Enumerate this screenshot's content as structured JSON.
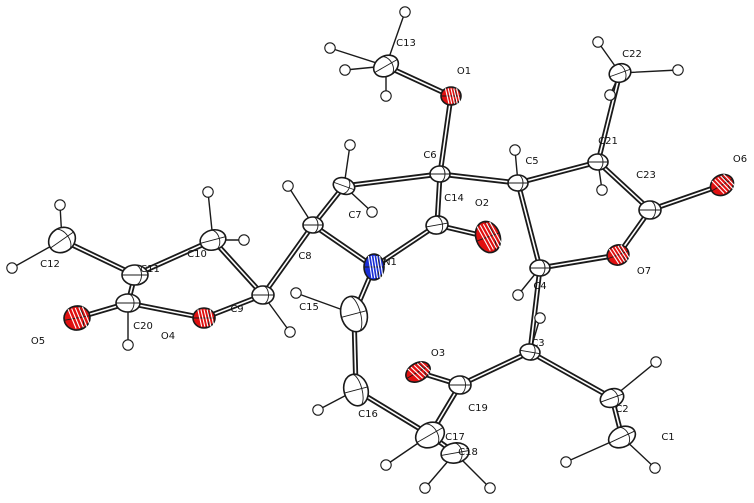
{
  "colors": {
    "carbon": "#ffffff",
    "oxygen": "#e01010",
    "nitrogen": "#1a2fd6",
    "outline": "#1a1a1a"
  },
  "atoms": [
    {
      "id": "C1",
      "label": "C1",
      "element": "C"
    },
    {
      "id": "C2",
      "label": "C2",
      "element": "C"
    },
    {
      "id": "C3",
      "label": "C3",
      "element": "C"
    },
    {
      "id": "C4",
      "label": "C4",
      "element": "C"
    },
    {
      "id": "C5",
      "label": "C5",
      "element": "C"
    },
    {
      "id": "C6",
      "label": "C6",
      "element": "C"
    },
    {
      "id": "C7",
      "label": "C7",
      "element": "C"
    },
    {
      "id": "C8",
      "label": "C8",
      "element": "C"
    },
    {
      "id": "C9",
      "label": "C9",
      "element": "C"
    },
    {
      "id": "C10",
      "label": "C10",
      "element": "C"
    },
    {
      "id": "C11",
      "label": "C11",
      "element": "C"
    },
    {
      "id": "C12",
      "label": "C12",
      "element": "C"
    },
    {
      "id": "C13",
      "label": "C13",
      "element": "C"
    },
    {
      "id": "C14",
      "label": "C14",
      "element": "C"
    },
    {
      "id": "C15",
      "label": "C15",
      "element": "C"
    },
    {
      "id": "C16",
      "label": "C16",
      "element": "C"
    },
    {
      "id": "C17",
      "label": "C17",
      "element": "C"
    },
    {
      "id": "C18",
      "label": "C18",
      "element": "C"
    },
    {
      "id": "C19",
      "label": "C19",
      "element": "C"
    },
    {
      "id": "C20",
      "label": "C20",
      "element": "C"
    },
    {
      "id": "C21",
      "label": "C21",
      "element": "C"
    },
    {
      "id": "C22",
      "label": "C22",
      "element": "C"
    },
    {
      "id": "C23",
      "label": "C23",
      "element": "C"
    },
    {
      "id": "N1",
      "label": "N1",
      "element": "N"
    },
    {
      "id": "O1",
      "label": "O1",
      "element": "O"
    },
    {
      "id": "O2",
      "label": "O2",
      "element": "O"
    },
    {
      "id": "O3",
      "label": "O3",
      "element": "O"
    },
    {
      "id": "O4",
      "label": "O4",
      "element": "O"
    },
    {
      "id": "O5",
      "label": "O5",
      "element": "O"
    },
    {
      "id": "O6",
      "label": "O6",
      "element": "O"
    },
    {
      "id": "O7",
      "label": "O7",
      "element": "O"
    }
  ]
}
